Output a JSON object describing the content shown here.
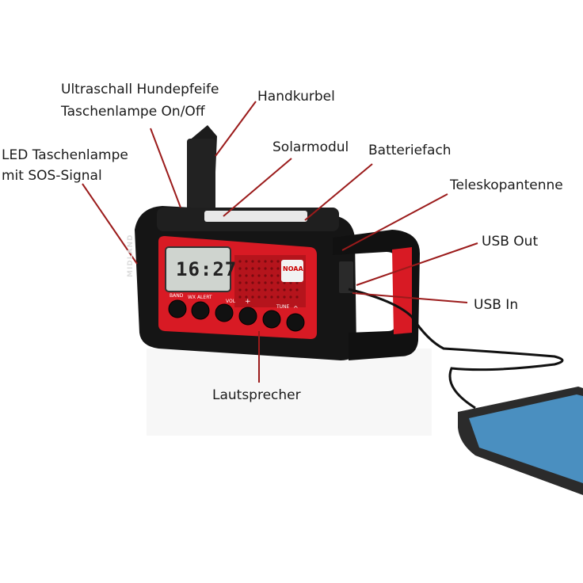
{
  "labels": {
    "ultraschall_line1": "Ultraschall Hundepfeife",
    "ultraschall_line2": "Taschenlampe On/Off",
    "handkurbel": "Handkurbel",
    "led_line1": "LED Taschenlampe",
    "led_line2": "mit SOS-Signal",
    "solarmodul": "Solarmodul",
    "batteriefach": "Batteriefach",
    "teleskopantenne": "Teleskopantenne",
    "usb_out": "USB Out",
    "usb_in": "USB In",
    "lautsprecher": "Lautsprecher"
  },
  "device": {
    "brand": "MIDLAND",
    "display_time": "16:27",
    "noaa_badge": "NOAA",
    "button_labels": [
      "BAND",
      "WX ALERT",
      "VOL",
      "+",
      "TUNE",
      "^"
    ]
  },
  "colors": {
    "leader_line": "#9b1b1b",
    "radio_red": "#d81a24",
    "radio_black": "#141414",
    "lcd": "#cfd4cf"
  }
}
